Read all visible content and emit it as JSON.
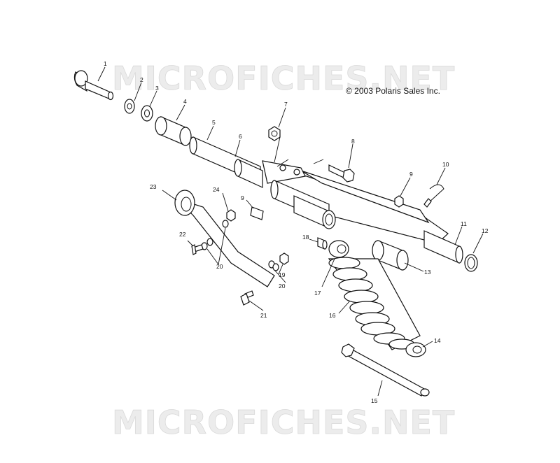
{
  "copyright": "© 2003 Polaris Sales Inc.",
  "watermark_top": "MICROFICHES.NET",
  "watermark_bottom": "MICROFICHES.NET",
  "callouts": {
    "c1": "1",
    "c2": "2",
    "c3": "3",
    "c4": "4",
    "c5": "5",
    "c6": "6",
    "c7": "7",
    "c8": "8",
    "c9a": "9",
    "c9b": "9",
    "c10": "10",
    "c11": "11",
    "c12": "12",
    "c13": "13",
    "c14": "14",
    "c15": "15",
    "c16": "16",
    "c17": "17",
    "c18": "18",
    "c19": "19",
    "c20a": "20",
    "c20b": "20",
    "c21": "21",
    "c22": "22",
    "c23": "23",
    "c24": "24"
  }
}
